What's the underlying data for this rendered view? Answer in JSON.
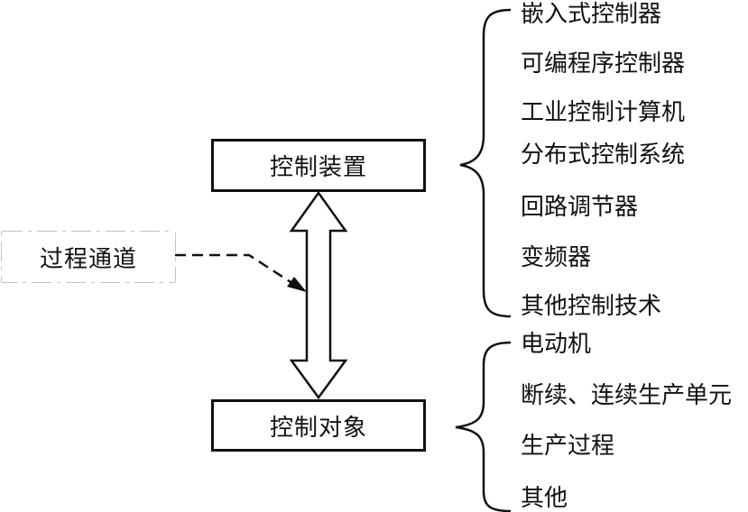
{
  "boxes": {
    "control_device": "控制装置",
    "control_object": "控制对象",
    "process_channel": "过程通道"
  },
  "device_types": [
    "嵌入式控制器",
    "可编程序控制器",
    "工业控制计算机",
    "分布式控制系统",
    "回路调节器",
    "变频器",
    "其他控制技术"
  ],
  "object_types": [
    "电动机",
    "断续、连续生产单元",
    "生产过程",
    "其他"
  ]
}
